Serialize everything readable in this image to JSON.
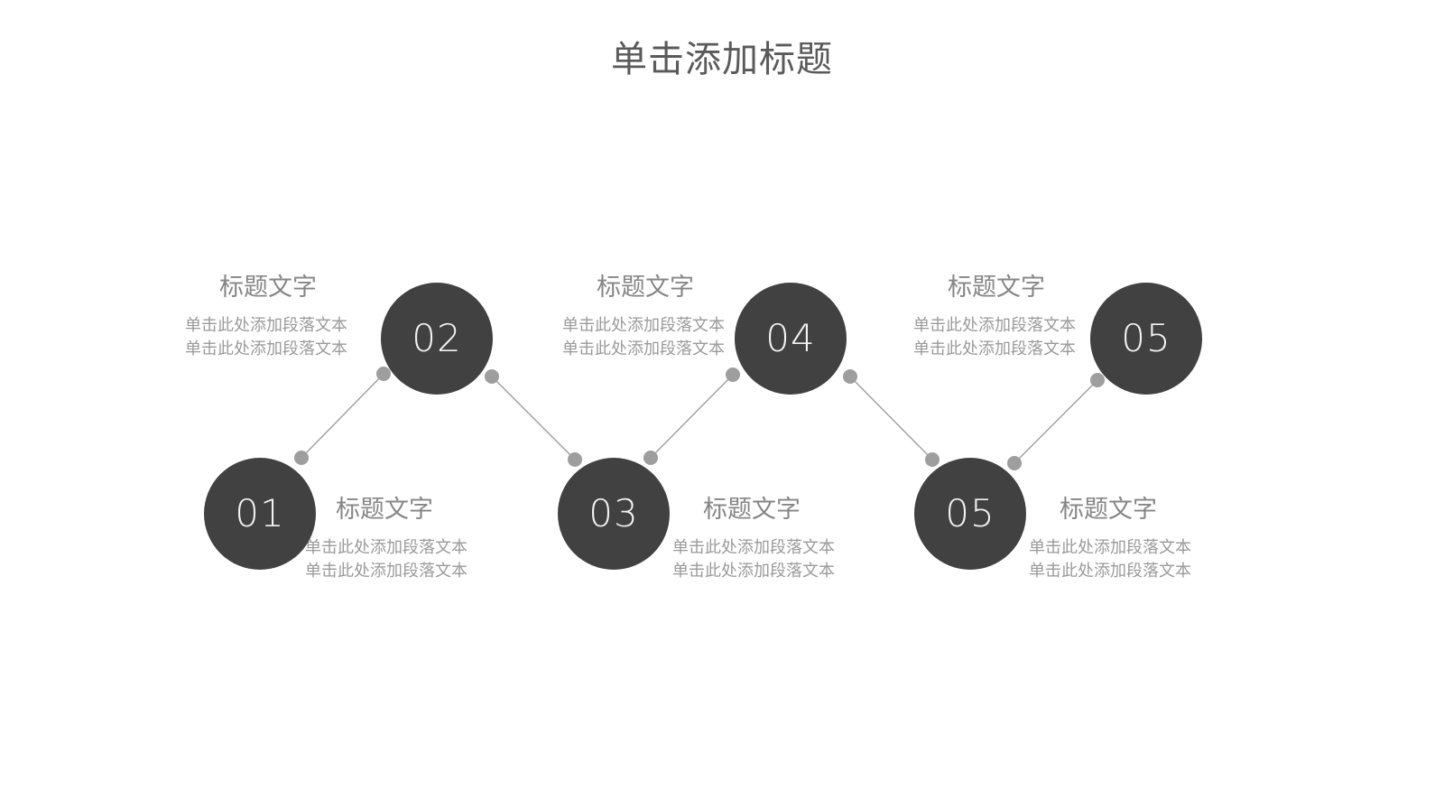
{
  "slide": {
    "title": "单击添加标题",
    "background_color": "#ffffff",
    "circle_color": "#414141",
    "circle_number_color": "#f2f2f2",
    "heading_color": "#868686",
    "body_color": "#9a9a9a",
    "connector_color": "#9e9e9e"
  },
  "nodes": [
    {
      "number": "01",
      "heading": "标题文字",
      "body_line1": "单击此处添加段落文本",
      "body_line2": "单击此处添加段落文本"
    },
    {
      "number": "02",
      "heading": "标题文字",
      "body_line1": "单击此处添加段落文本",
      "body_line2": "单击此处添加段落文本"
    },
    {
      "number": "03",
      "heading": "标题文字",
      "body_line1": "单击此处添加段落文本",
      "body_line2": "单击此处添加段落文本"
    },
    {
      "number": "04",
      "heading": "标题文字",
      "body_line1": "单击此处添加段落文本",
      "body_line2": "单击此处添加段落文本"
    },
    {
      "number": "05",
      "heading": "标题文字",
      "body_line1": "单击此处添加段落文本",
      "body_line2": "单击此处添加段落文本"
    },
    {
      "number": "05",
      "heading": "标题文字",
      "body_line1": "单击此处添加段落文本",
      "body_line2": "单击此处添加段落文本"
    }
  ]
}
